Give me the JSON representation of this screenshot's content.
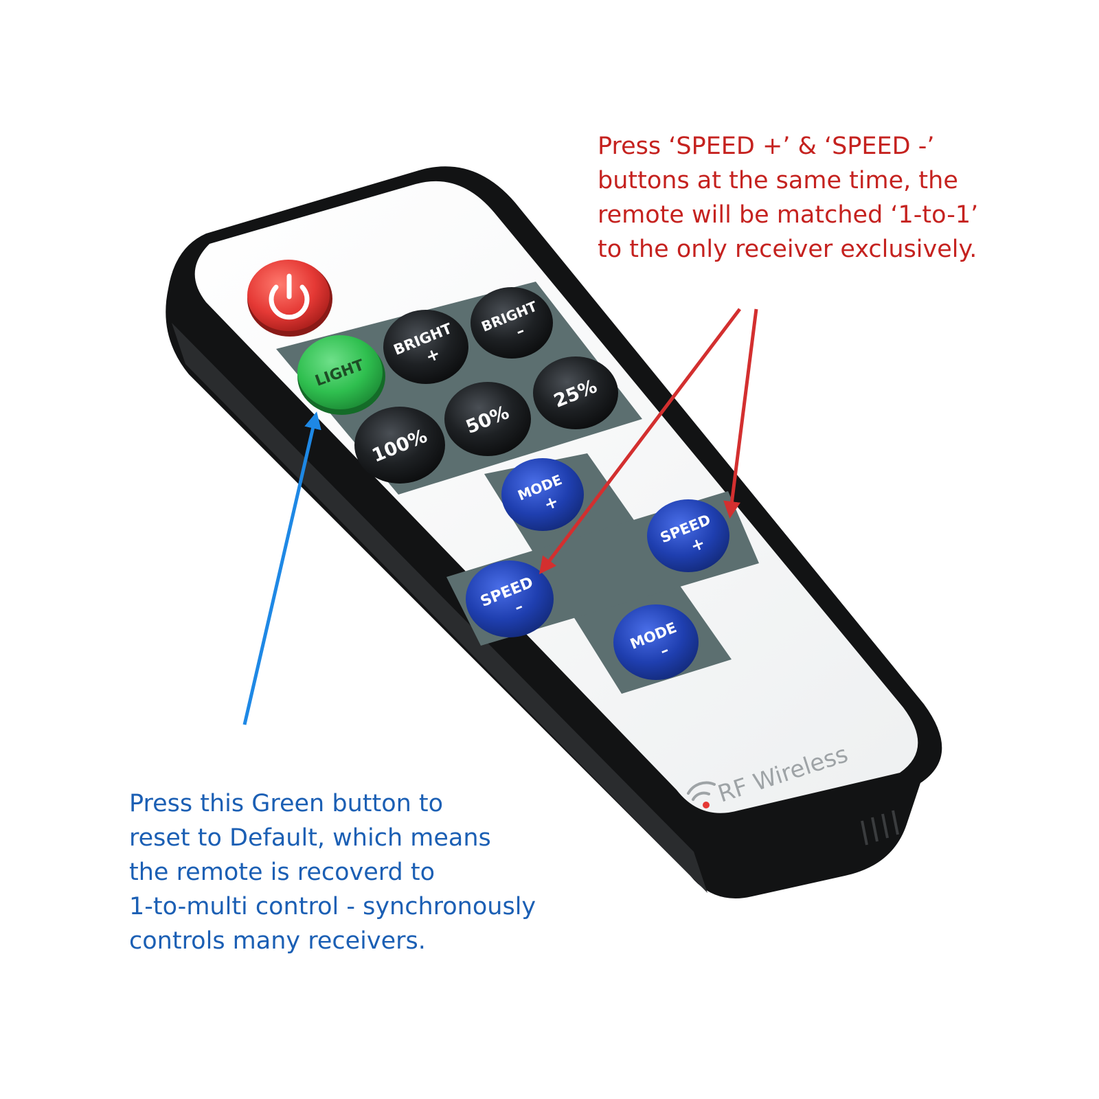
{
  "annotations": {
    "red": {
      "color": "#c5221f",
      "lines": [
        "Press ‘SPEED +’ & ‘SPEED -’",
        "buttons at the same time, the",
        "remote will be matched ‘1-to-1’",
        "to the only receiver exclusively."
      ]
    },
    "blue": {
      "color": "#1b5fb4",
      "lines": [
        "Press this Green button to",
        "reset to Default, which means",
        "the remote is recoverd to",
        "1-to-multi control - synchronously",
        "controls many receivers."
      ]
    }
  },
  "remote": {
    "power": {
      "icon": "power-icon",
      "color": "#e53935"
    },
    "light": {
      "label": "LIGHT",
      "color": "#2fbf4f"
    },
    "bright_plus": {
      "line1": "BRIGHT",
      "line2": "+"
    },
    "bright_minus": {
      "line1": "BRIGHT",
      "line2": "–"
    },
    "pct_100": {
      "label": "100%"
    },
    "pct_50": {
      "label": "50%"
    },
    "pct_25": {
      "label": "25%"
    },
    "mode_plus": {
      "line1": "MODE",
      "line2": "+"
    },
    "mode_minus": {
      "line1": "MODE",
      "line2": "–"
    },
    "speed_plus": {
      "line1": "SPEED",
      "line2": "+"
    },
    "speed_minus": {
      "line1": "SPEED",
      "line2": "–"
    },
    "brand": {
      "label": "RF Wireless",
      "icon": "wireless-icon"
    },
    "colors": {
      "dark_button": "#1e2124",
      "blue_button": "#1f3fb0",
      "panel": "#5c6f70"
    }
  }
}
